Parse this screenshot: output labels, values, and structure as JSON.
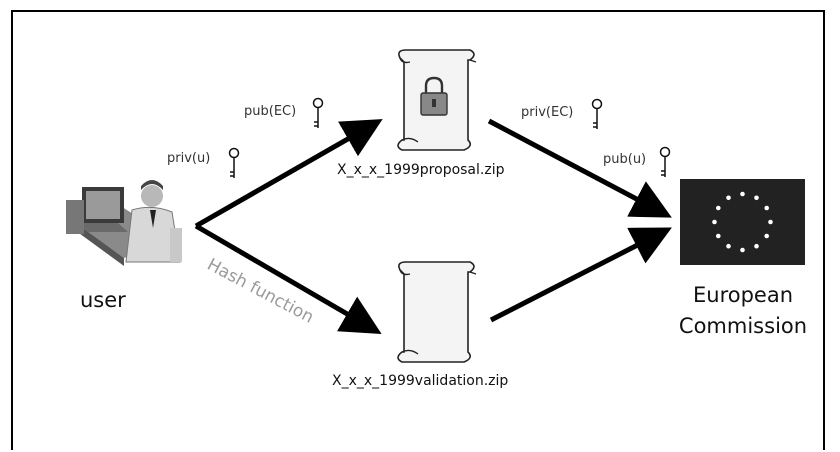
{
  "diagram": {
    "user": {
      "label": "user"
    },
    "recipient": {
      "line1": "European",
      "line2": "Commission"
    },
    "files": {
      "proposal": "X_x_x_1999proposal.zip",
      "validation": "X_x_x_1999validation.zip"
    },
    "keys": {
      "pub_ec": "pub(EC)",
      "priv_u": "priv(u)",
      "priv_ec": "priv(EC)",
      "pub_u": "pub(u)"
    },
    "hash_label": "Hash function"
  },
  "colors": {
    "flag": "#222222",
    "arrow": "#000000",
    "hash": "#9a9a9a"
  }
}
